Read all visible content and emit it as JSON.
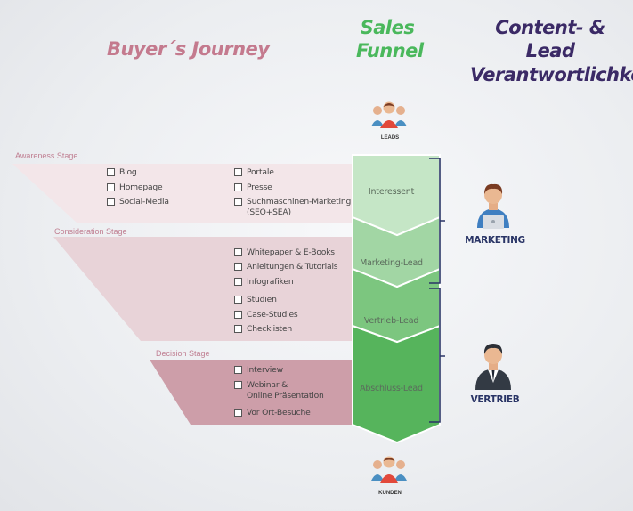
{
  "headers": {
    "buyers_journey": "Buyer´s Journey",
    "sales_funnel": "Sales Funnel",
    "content_lead": "Content- & Lead Verantwortlichkeit"
  },
  "stages": [
    {
      "label": "Awareness Stage",
      "color": "#f3e6e9",
      "items": [
        "Blog",
        "Homepage",
        "Social-Media",
        "Portale",
        "Presse",
        "Suchmaschinen-Marketing\n(SEO+SEA)"
      ]
    },
    {
      "label": "Consideration Stage",
      "color": "#e8d3d8",
      "items": [
        "Whitepaper & E-Books",
        "Anleitungen & Tutorials",
        "Infografiken",
        "Studien",
        "Case-Studies",
        "Checklisten"
      ]
    },
    {
      "label": "Decision Stage",
      "color": "#cd9ea9",
      "items": [
        "Interview",
        "Webinar &\nOnline Präsentation",
        "Vor Ort-Besuche"
      ]
    }
  ],
  "funnel": {
    "top_icon": "group-people-icon",
    "top_label": "LEADS",
    "bottom_icon": "group-people-icon",
    "bottom_label": "KUNDEN",
    "steps": [
      {
        "label": "Interessent",
        "color": "#c5e6c6"
      },
      {
        "label": "Marketing-Lead",
        "color": "#a2d6a4"
      },
      {
        "label": "Vertrieb-Lead",
        "color": "#7cc67f"
      },
      {
        "label": "Abschluss-Lead",
        "color": "#56b45c"
      }
    ]
  },
  "roles": [
    {
      "label": "MARKETING",
      "icon": "marketing-person-laptop-icon"
    },
    {
      "label": "VERTRIEB",
      "icon": "sales-person-suit-icon"
    }
  ],
  "colors": {
    "bracket": "#2a3566",
    "funnel_border": "#ffffff"
  }
}
